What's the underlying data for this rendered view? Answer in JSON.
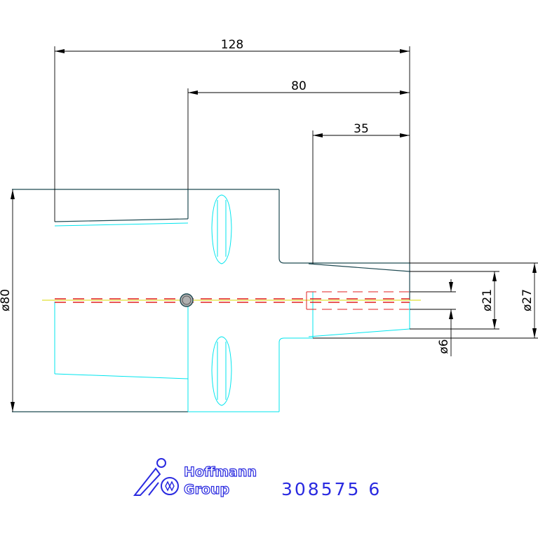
{
  "colors": {
    "outline_dark": "#1f4a52",
    "outline_cyan": "#00e5ee",
    "dimension": "#000000",
    "centerline": "#e02020",
    "centerline_yellow": "#d8d800",
    "logo": "#2a2ae0"
  },
  "dimensions": {
    "overall_length": "128",
    "body_length": "80",
    "shank_length": "35",
    "body_diameter": "ø80",
    "bore_diameter": "ø21",
    "shank_diameter": "ø27",
    "pin_diameter": "ø6"
  },
  "logo": {
    "line1": "Hoffmann",
    "line2": "Group",
    "icon": "hoffmann-group-logo-icon"
  },
  "part_number": "308575 6"
}
